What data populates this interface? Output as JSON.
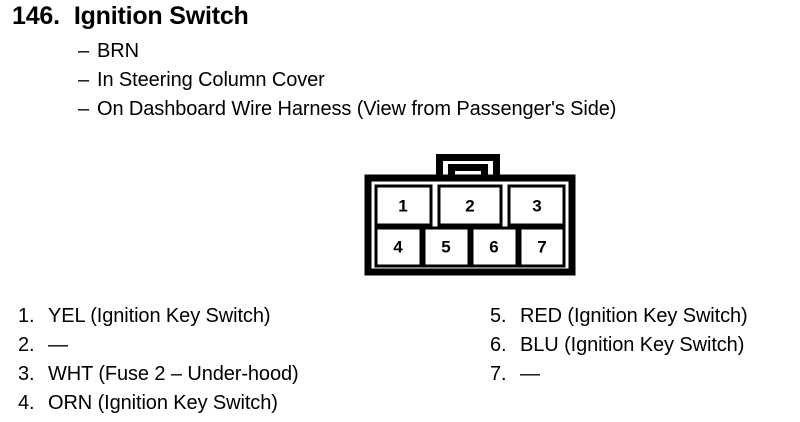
{
  "header": {
    "number": "146.",
    "title": "Ignition Switch",
    "dash": "–",
    "bullets": [
      "BRN",
      "In Steering Column Cover",
      "On Dashboard Wire Harness (View from Passenger's Side)"
    ]
  },
  "connector": {
    "top_row": [
      "1",
      "2",
      "3"
    ],
    "bottom_row": [
      "4",
      "5",
      "6",
      "7"
    ],
    "line_color": "#000000",
    "fill_color": "#ffffff"
  },
  "legend": {
    "left": [
      {
        "num": "1.",
        "desc": "YEL (Ignition Key Switch)"
      },
      {
        "num": "2.",
        "desc": "—"
      },
      {
        "num": "3.",
        "desc": "WHT (Fuse 2 – Under-hood)"
      },
      {
        "num": "4.",
        "desc": "ORN (Ignition Key Switch)"
      }
    ],
    "right": [
      {
        "num": "5.",
        "desc": "RED (Ignition Key Switch)"
      },
      {
        "num": "6.",
        "desc": "BLU (Ignition Key Switch)"
      },
      {
        "num": "7.",
        "desc": "—"
      }
    ]
  }
}
